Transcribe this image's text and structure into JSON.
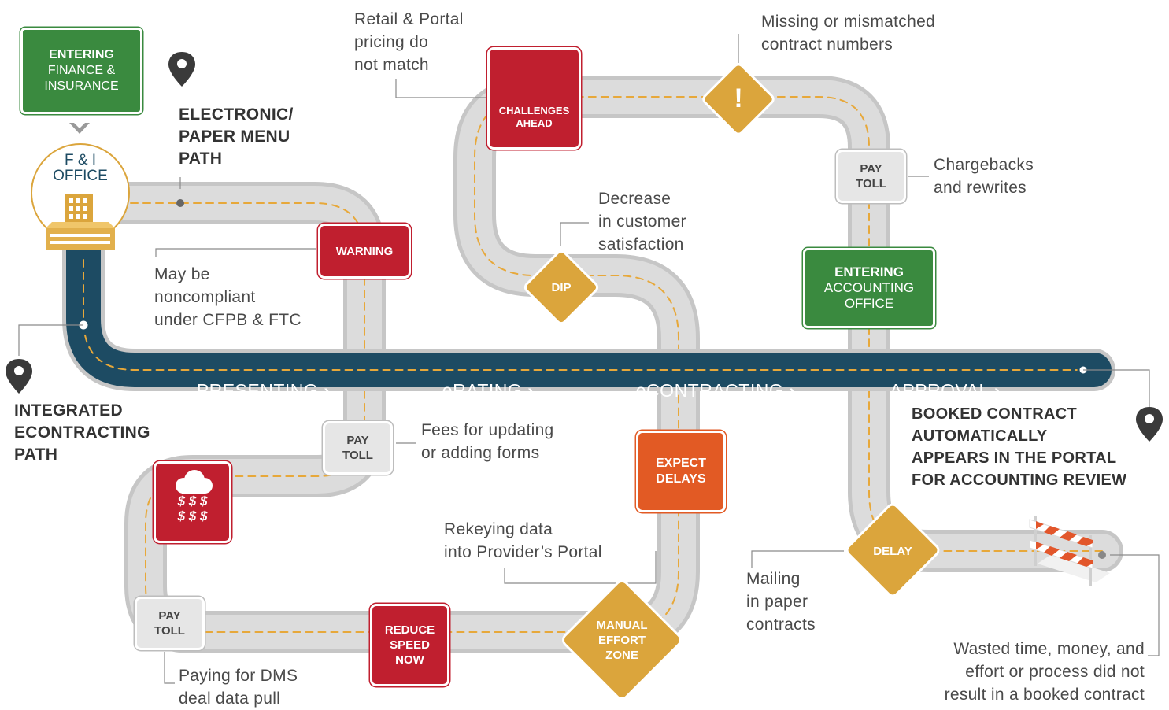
{
  "entering_fi": {
    "line1": "ENTERING",
    "line2": "FINANCE &",
    "line3": "INSURANCE"
  },
  "fi_office": {
    "line1": "F & I",
    "line2": "OFFICE"
  },
  "paper_path_title": "ELECTRONIC/\nPAPER MENU\nPATH",
  "integrated_path_title": "INTEGRATED\nECONTRACTING\nPATH",
  "stages": [
    "PRESENTING",
    "eRATING",
    "eCONTRACTING",
    "APPROVAL"
  ],
  "signs": {
    "warning": "WARNING",
    "challenges": "CHALLENGES\nAHEAD",
    "exclamation": "!",
    "dip": "DIP",
    "pay_toll_top": "PAY\nTOLL",
    "entering_accounting": {
      "line1": "ENTERING",
      "line2": "ACCOUNTING",
      "line3": "OFFICE"
    },
    "pay_toll_mid": "PAY\nTOLL",
    "expect_delays": "EXPECT\nDELAYS",
    "money_rain": "$ $ $\n$ $ $",
    "pay_toll_bottom": "PAY\nTOLL",
    "reduce_speed": "REDUCE\nSPEED\nNOW",
    "manual_effort": "MANUAL\nEFFORT\nZONE",
    "delay": "DELAY"
  },
  "annotations": {
    "retail_portal": "Retail & Portal\npricing do\nnot match",
    "missing_contract": "Missing or mismatched\ncontract numbers",
    "chargebacks": "Chargebacks\nand rewrites",
    "decrease_satisfaction": "Decrease\nin customer\nsatisfaction",
    "noncompliant": "May be\nnoncompliant\nunder CFPB & FTC",
    "fees_forms": "Fees for updating\nor adding forms",
    "rekeying": "Rekeying data\ninto Provider’s Portal",
    "mailing": "Mailing\nin paper\ncontracts",
    "dms_pull": "Paying for DMS\ndeal data pull",
    "wasted": "Wasted time, money, and\neffort or process did not\nresult in a booked contract",
    "booked_contract": "BOOKED CONTRACT\nAUTOMATICALLY\nAPPEARS IN THE PORTAL\nFOR ACCOUNTING REVIEW"
  },
  "colors": {
    "road_gray": "#d9d9d9",
    "road_edge": "#c4c4c4",
    "road_blue": "#1d4b63",
    "center_line": "#e7a83a",
    "red_sign": "#c01f2f",
    "orange_sign": "#e25a24",
    "green_sign": "#3a8a3f",
    "yellow_sign": "#dba53c",
    "pin": "#3a3a3a"
  }
}
